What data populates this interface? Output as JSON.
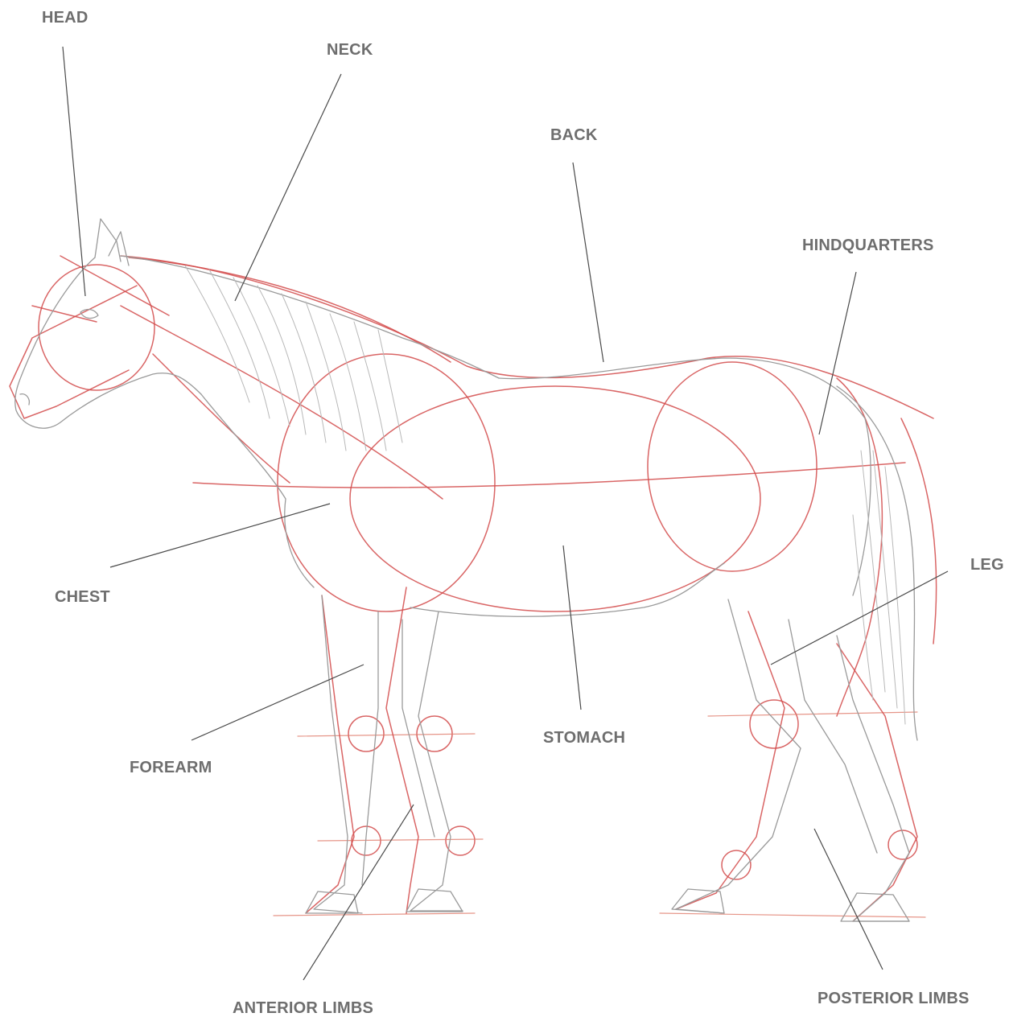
{
  "labels": {
    "head": "HEAD",
    "neck": "NECK",
    "back": "BACK",
    "hindquarters": "HINDQUARTERS",
    "chest": "CHEST",
    "leg": "LEG",
    "forearm": "FOREARM",
    "stomach": "STOMACH",
    "anterior_limbs": "ANTERIOR LIMBS",
    "posterior_limbs": "POSTERIOR LIMBS"
  },
  "colors": {
    "label_text": "#6e6e6e",
    "construction_lines": "#d24a4a",
    "pencil_sketch": "#9a9a9a",
    "leader_lines": "#4a4a4a"
  }
}
